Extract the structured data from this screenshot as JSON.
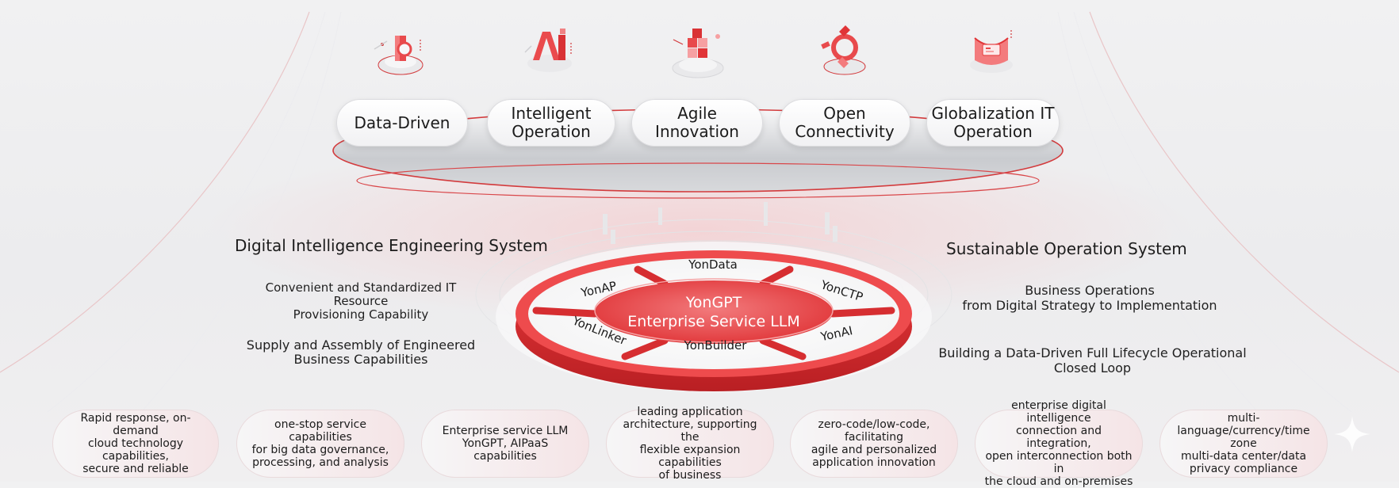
{
  "pillars": [
    {
      "lines": [
        "Data-Driven"
      ],
      "icon": "data-chart-icon"
    },
    {
      "lines": [
        "Intelligent",
        "Operation"
      ],
      "icon": "ai-letters-icon"
    },
    {
      "lines": [
        "Agile",
        "Innovation"
      ],
      "icon": "cube-blocks-icon"
    },
    {
      "lines": [
        "Open",
        "Connectivity"
      ],
      "icon": "connection-plug-icon"
    },
    {
      "lines": [
        "Globalization IT",
        "Operation"
      ],
      "icon": "globe-screen-icon"
    }
  ],
  "left_system": {
    "title": "Digital Intelligence Engineering System",
    "items": [
      [
        "Convenient and Standardized IT Resource",
        "Provisioning Capability"
      ],
      [
        "Supply and Assembly of Engineered",
        "Business Capabilities"
      ]
    ]
  },
  "right_system": {
    "title": "Sustainable Operation System",
    "items": [
      [
        "Business Operations",
        "from Digital Strategy to Implementation"
      ],
      [
        "Building a Data-Driven Full Lifecycle Operational",
        "Closed Loop"
      ]
    ]
  },
  "center": {
    "title": "YonGPT",
    "subtitle": "Enterprise Service LLM",
    "segments": [
      "YonData",
      "YonCTP",
      "YonAI",
      "YonBuilder",
      "YonLinker",
      "YonAP"
    ]
  },
  "capabilities": [
    [
      "Rapid response, on-demand",
      "cloud technology capabilities,",
      "secure and reliable"
    ],
    [
      "one-stop service capabilities",
      "for big data governance,",
      "processing, and analysis"
    ],
    [
      "Enterprise service LLM",
      "YonGPT, AIPaaS capabilities"
    ],
    [
      "leading application",
      "architecture, supporting the",
      "flexible expansion capabilities",
      "of business"
    ],
    [
      "zero-code/low-code, facilitating",
      "agile and personalized",
      "application innovation"
    ],
    [
      "enterprise digital intelligence",
      "connection and integration,",
      "open interconnection both in",
      "the cloud and on-premises"
    ],
    [
      "multi-",
      "language/currency/time zone",
      "multi-data center/data",
      "privacy compliance"
    ]
  ],
  "colors": {
    "accent": "#e23a3c",
    "accent_dark": "#b91f23",
    "accent_light": "#f5a3a4"
  }
}
